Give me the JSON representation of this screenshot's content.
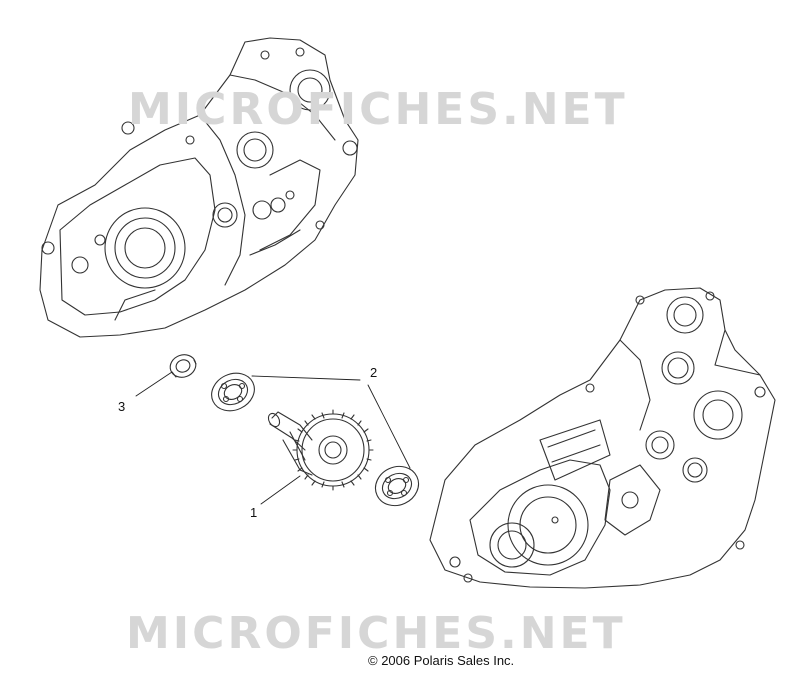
{
  "watermarks": {
    "top": "MICROFICHES.NET",
    "bottom": "MICROFICHES.NET"
  },
  "callouts": {
    "item_1": "1",
    "item_2": "2",
    "item_3": "3"
  },
  "copyright": "© 2006 Polaris Sales Inc."
}
